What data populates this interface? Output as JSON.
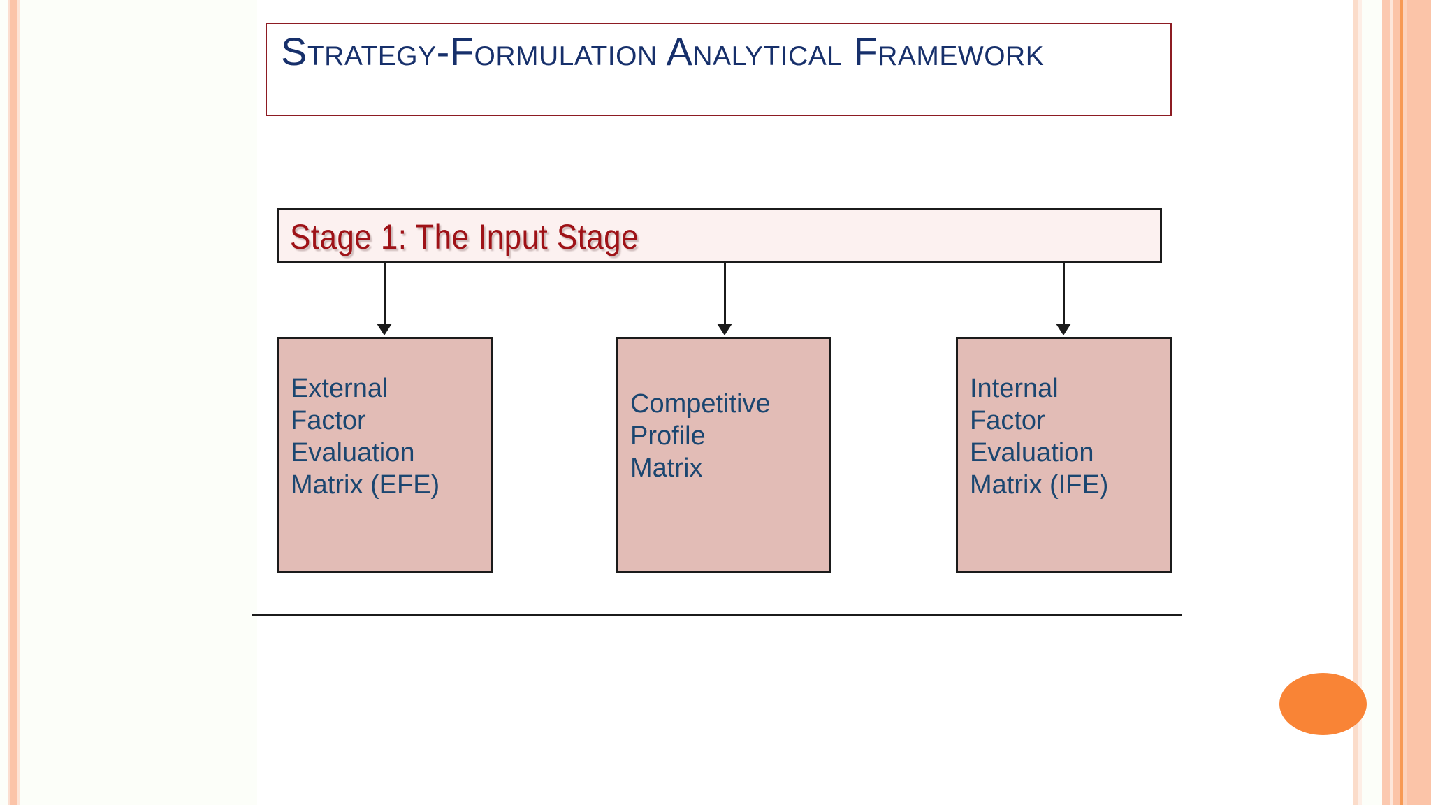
{
  "slide": {
    "title": "Strategy-Formulation Analytical Framework",
    "background_color": "#fcfef9",
    "panel_color": "#ffffff"
  },
  "title_box": {
    "text": "Strategy-Formulation Analytical Framework",
    "text_color": "#17306b",
    "border_color": "#8d1c23"
  },
  "stage_banner": {
    "label": "Stage 1:  The Input Stage",
    "text_color": "#9e1217",
    "fill_color": "#fcf1f0",
    "border_color": "#1b1b1b"
  },
  "matrix_boxes": [
    {
      "id": "efe",
      "label": "External\nFactor\nEvaluation\nMatrix (EFE)",
      "fill_color": "#e2bcb6",
      "text_color": "#1b4670"
    },
    {
      "id": "cpm",
      "label": "Competitive\nProfile\nMatrix",
      "fill_color": "#e2bcb6",
      "text_color": "#1b4670"
    },
    {
      "id": "ife",
      "label": "Internal\nFactor\nEvaluation\nMatrix (IFE)",
      "fill_color": "#e2bcb6",
      "text_color": "#1b4670"
    }
  ],
  "decorations": {
    "ellipse_color": "#f98436",
    "stripe_accent_color": "#f79a54",
    "stripe_peach_color": "#fbc4a8",
    "divider_color": "#1b1b1b"
  }
}
